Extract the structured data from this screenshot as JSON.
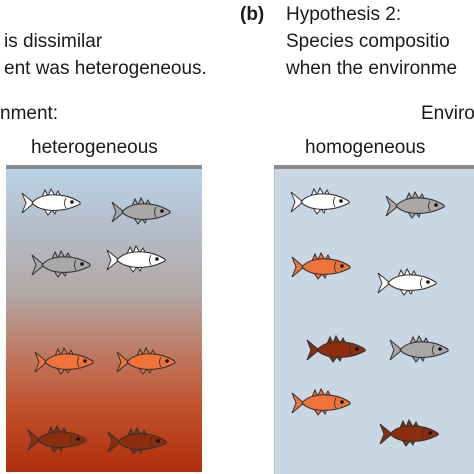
{
  "panel_a": {
    "lines": [
      "is dissimilar",
      "ent was heterogeneous."
    ],
    "env_label": "nment:",
    "tank_label": "heterogeneous"
  },
  "panel_b": {
    "letter": "(b)",
    "title": "Hypothesis 2:",
    "lines": [
      "Species compositio",
      "when the environme"
    ],
    "env_label": "Enviro",
    "tank_label": "homogeneous"
  },
  "colors": {
    "white_fish": "#ffffff",
    "gray_fish": "#a8a8a8",
    "orange_fish": "#f0743a",
    "brown_fish": "#8a2e0c",
    "outline": "#333333"
  },
  "fish": {
    "left_tank": [
      "white",
      "gray",
      "gray",
      "white",
      "orange",
      "orange",
      "brown",
      "brown"
    ],
    "right_tank": [
      "white",
      "gray",
      "orange",
      "white",
      "brown",
      "gray",
      "orange",
      "brown"
    ]
  }
}
